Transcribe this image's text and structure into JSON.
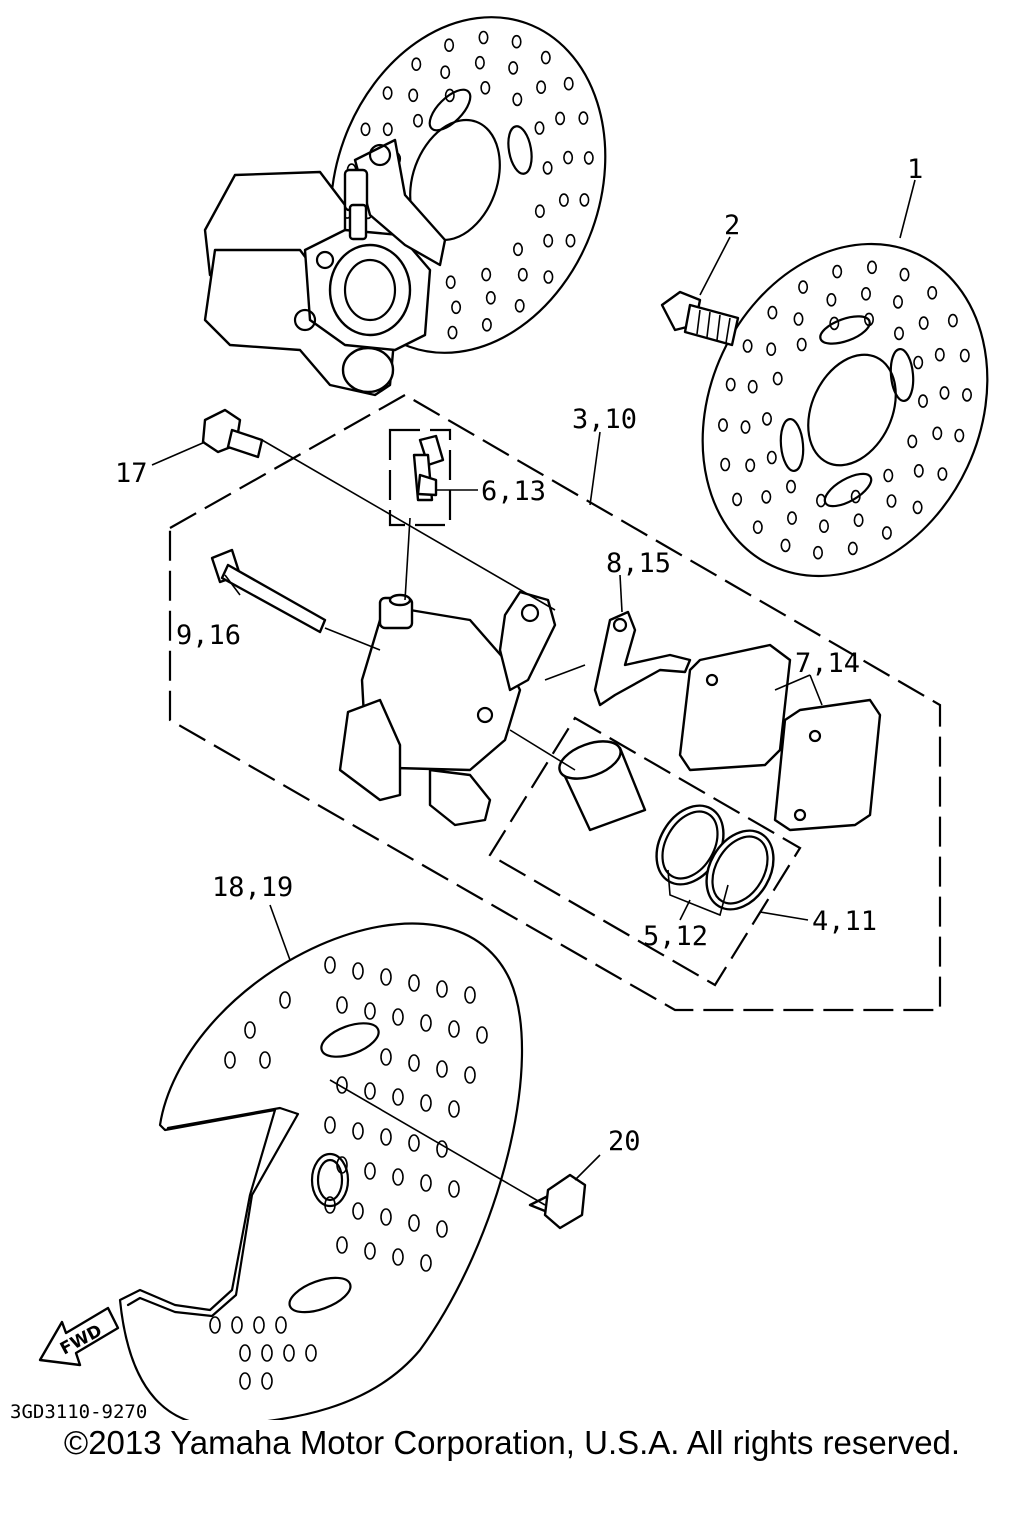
{
  "labels": {
    "l1": "1",
    "l2": "2",
    "l3": "3,10",
    "l4": "4,11",
    "l5": "5,12",
    "l6": "6,13",
    "l7": "7,14",
    "l8": "8,15",
    "l9": "9,16",
    "l17": "17",
    "l18": "18,19",
    "l20": "20"
  },
  "fwd_label": "FWD",
  "diagram_code": "3GD3110-9270",
  "copyright": "©2013 Yamaha Motor Corporation, U.S.A. All rights reserved."
}
